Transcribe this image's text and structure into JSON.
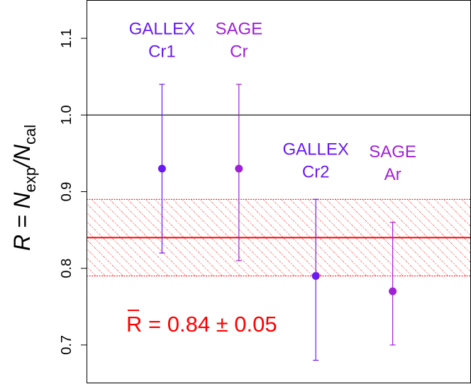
{
  "chart_data": {
    "type": "scatter",
    "ylabel": {
      "var": "R",
      "eq": " = N",
      "sub1": "exp",
      "slash": "/N",
      "sub2": "cal"
    },
    "ylim": [
      0.65,
      1.15
    ],
    "yticks": [
      0.7,
      0.8,
      0.9,
      1.0,
      1.1
    ],
    "ytick_labels": [
      "0.7",
      "0.8",
      "0.9",
      "1.0",
      "1.1"
    ],
    "xlim": [
      0,
      5
    ],
    "grid": false,
    "reference_line": 1.0,
    "points": [
      {
        "x": 1,
        "y": 0.93,
        "err_low": 0.82,
        "err_high": 1.04,
        "label_line1": "GALLEX",
        "label_line2": "Cr1",
        "label_y": 1.105,
        "color": "#6a1bf0"
      },
      {
        "x": 2,
        "y": 0.93,
        "err_low": 0.81,
        "err_high": 1.04,
        "label_line1": "SAGE",
        "label_line2": "Cr",
        "label_y": 1.105,
        "color": "#a020d8"
      },
      {
        "x": 3,
        "y": 0.79,
        "err_low": 0.68,
        "err_high": 0.89,
        "label_line1": "GALLEX",
        "label_line2": "Cr2",
        "label_y": 0.948,
        "color": "#6a1bf0"
      },
      {
        "x": 4,
        "y": 0.77,
        "err_low": 0.7,
        "err_high": 0.86,
        "label_line1": "SAGE",
        "label_line2": "Ar",
        "label_y": 0.945,
        "color": "#a020d8"
      }
    ],
    "mean": {
      "value": 0.84,
      "band_low": 0.79,
      "band_high": 0.89,
      "color": "#ff0000",
      "annotation_symbol": "R",
      "annotation_text": " = 0.84 ± 0.05"
    }
  }
}
